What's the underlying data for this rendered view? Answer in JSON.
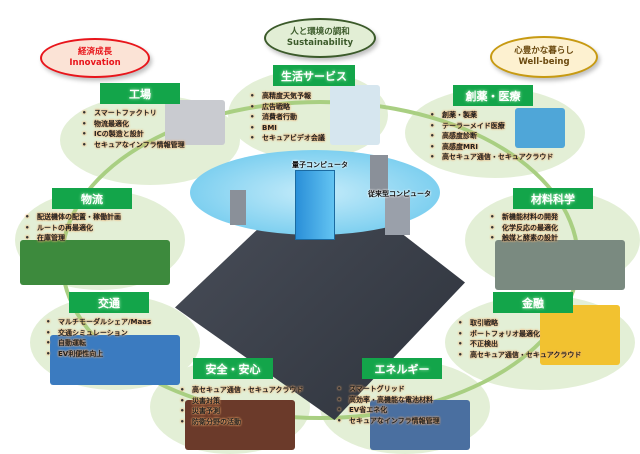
{
  "goals": [
    {
      "jp": "経済成長",
      "en": "Innovation",
      "color": "#e8151b",
      "fill": "#fbe3d6"
    },
    {
      "jp": "人と環境の調和",
      "en": "Sustainability",
      "color": "#3b5a2a",
      "fill": "#e2eed5"
    },
    {
      "jp": "心豊かな暮らし",
      "en": "Well-being",
      "color": "#c79a12",
      "fill": "#fdf1d0"
    }
  ],
  "center": {
    "quantum": "量子コンピュータ",
    "classical": "従来型コンピュータ"
  },
  "sections": [
    {
      "title": "工場",
      "items": [
        "スマートファクトリ",
        "物流最適化",
        "ICの製造と設計",
        "セキュアなインフラ情報管理"
      ]
    },
    {
      "title": "生活サービス",
      "items": [
        "高精度天気予報",
        "広告戦略",
        "消費者行動",
        "BMI",
        "セキュアビデオ会議"
      ]
    },
    {
      "title": "創薬・医療",
      "items": [
        "創薬・製薬",
        "テーラーメイド医療",
        "高感度診断",
        "高感度MRI",
        "高セキュア通信・セキュアクラウド"
      ]
    },
    {
      "title": "物流",
      "items": [
        "配送機体の配置・稼働計画",
        "ルートの再最適化",
        "在庫管理"
      ]
    },
    {
      "title": "材料科学",
      "items": [
        "新機能材料の開発",
        "化学反応の最適化",
        "触媒と酵素の設計"
      ]
    },
    {
      "title": "交通",
      "items": [
        "マルチモーダルシェア/Maas",
        "交通シミュレーション",
        "自動運転",
        "EV利便性向上"
      ]
    },
    {
      "title": "金融",
      "items": [
        "取引戦略",
        "ポートフォリオ最適化",
        "不正検出",
        "高セキュア通信・セキュアクラウド"
      ]
    },
    {
      "title": "安全・安心",
      "items": [
        "高セキュア通信・セキュアクラウド",
        "災害対策",
        "災害予測",
        "防衛分野の活動"
      ]
    },
    {
      "title": "エネルギー",
      "items": [
        "スマートグリッド",
        "高効率・高機能な電池材料",
        "EV省エネ化",
        "セキュアなインフラ情報管理"
      ]
    }
  ]
}
